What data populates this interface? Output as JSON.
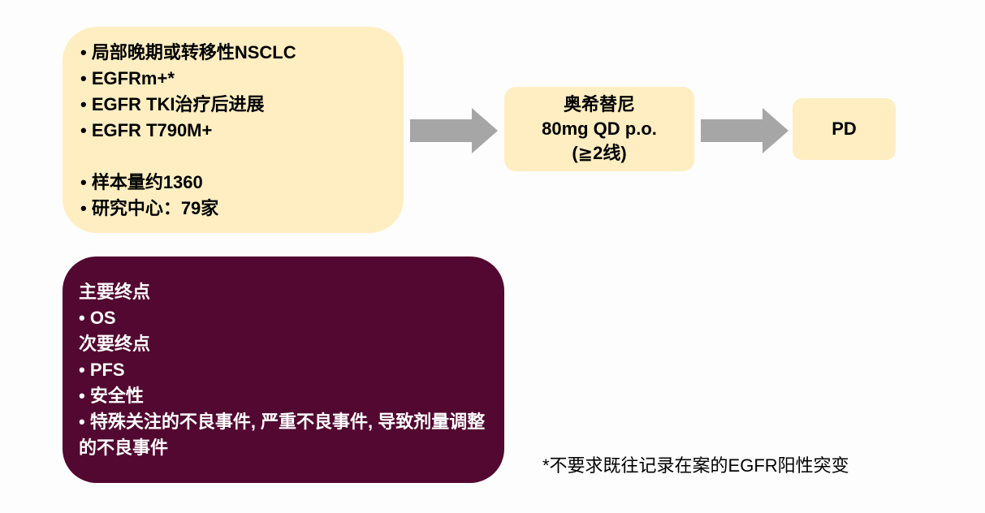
{
  "criteria": {
    "items": [
      "• 局部晚期或转移性NSCLC",
      "• EGFRm+*",
      "• EGFR TKI治疗后进展",
      "• EGFR T790M+"
    ],
    "extra_items": [
      "• 样本量约1360",
      "• 研究中心：79家"
    ]
  },
  "drug": {
    "name": "奥希替尼",
    "dose": "80mg QD p.o.",
    "line": "(≧2线)"
  },
  "outcome": {
    "label": "PD"
  },
  "endpoints": {
    "primary_heading": "主要终点",
    "primary_items": [
      "• OS"
    ],
    "secondary_heading": "次要终点",
    "secondary_items": [
      "•  PFS",
      "•  安全性",
      "•  特殊关注的不良事件, 严重不良事件, 导致剂量调整的不良事件"
    ]
  },
  "footnote": "*不要求既往记录在案的EGFR阳性突变",
  "colors": {
    "light_box": "#feeec2",
    "dark_box": "#520830",
    "arrow": "#a6a6a6"
  }
}
